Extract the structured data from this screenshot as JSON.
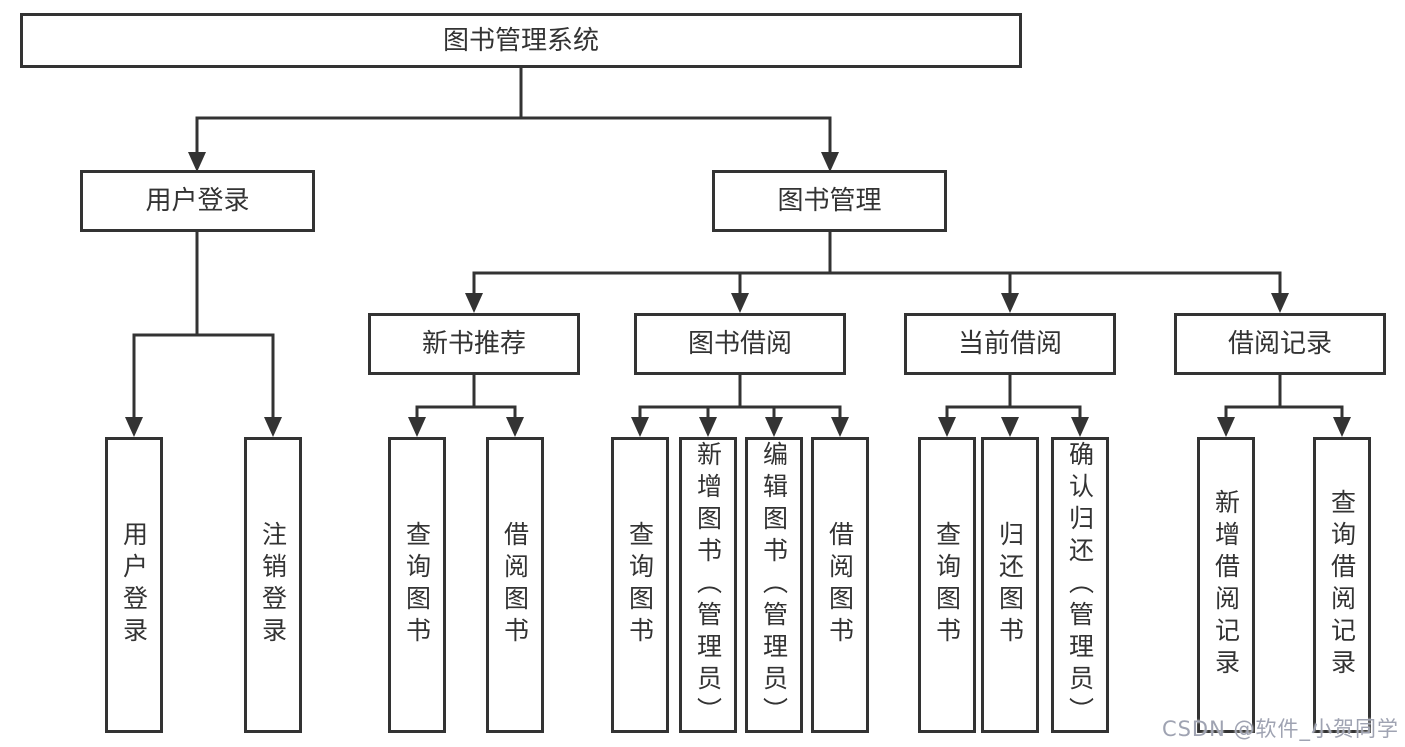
{
  "tree": {
    "label": "图书管理系统",
    "children": [
      {
        "label": "用户登录",
        "children": [
          {
            "label": "用户登录"
          },
          {
            "label": "注销登录"
          }
        ]
      },
      {
        "label": "图书管理",
        "children": [
          {
            "label": "新书推荐",
            "children": [
              {
                "label": "查询图书"
              },
              {
                "label": "借阅图书"
              }
            ]
          },
          {
            "label": "图书借阅",
            "children": [
              {
                "label": "查询图书"
              },
              {
                "label": "新增图书（管理员）"
              },
              {
                "label": "编辑图书（管理员）"
              },
              {
                "label": "借阅图书"
              }
            ]
          },
          {
            "label": "当前借阅",
            "children": [
              {
                "label": "查询图书"
              },
              {
                "label": "归还图书"
              },
              {
                "label": "确认归还（管理员）"
              }
            ]
          },
          {
            "label": "借阅记录",
            "children": [
              {
                "label": "新增借阅记录"
              },
              {
                "label": "查询借阅记录"
              }
            ]
          }
        ]
      }
    ]
  },
  "watermark": {
    "text": "CSDN @软件_小贺同学"
  },
  "colors": {
    "line": "#333333",
    "box_border": "#333333",
    "text": "#333333",
    "background": "#ffffff",
    "watermark": "#9fa3b2"
  }
}
